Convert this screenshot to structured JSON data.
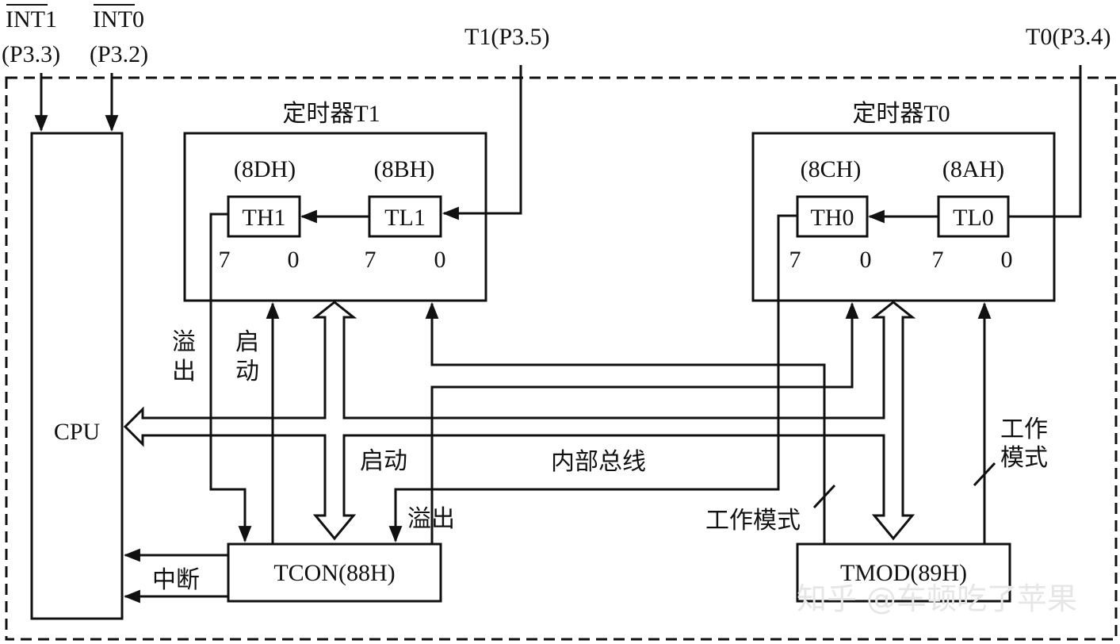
{
  "pins": {
    "int1_name": "INT1",
    "int1_port": "(P3.3)",
    "int0_name": "INT0",
    "int0_port": "(P3.2)",
    "t1_input": "T1(P3.5)",
    "t0_input": "T0(P3.4)"
  },
  "timer1": {
    "title": "定时器T1",
    "th_addr": "(8DH)",
    "tl_addr": "(8BH)",
    "th_reg": "TH1",
    "tl_reg": "TL1",
    "th_msb": "7",
    "th_lsb": "0",
    "tl_msb": "7",
    "tl_lsb": "0"
  },
  "timer0": {
    "title": "定时器T0",
    "th_addr": "(8CH)",
    "tl_addr": "(8AH)",
    "th_reg": "TH0",
    "tl_reg": "TL0",
    "th_msb": "7",
    "th_lsb": "0",
    "tl_msb": "7",
    "tl_lsb": "0"
  },
  "cpu": {
    "label": "CPU"
  },
  "tcon": {
    "label": "TCON(88H)"
  },
  "tmod": {
    "label": "TMOD(89H)"
  },
  "signals": {
    "overflow_1": "溢",
    "overflow_2": "出",
    "start_1": "启",
    "start_2": "动",
    "start_bus": "启动",
    "overflow_bus": "溢出",
    "internal_bus": "内部总线",
    "interrupt": "中断",
    "work_mode": "工作模式",
    "work_mode_1": "工作",
    "work_mode_2": "模式"
  },
  "watermark": "知乎 @车顿吃了苹果"
}
